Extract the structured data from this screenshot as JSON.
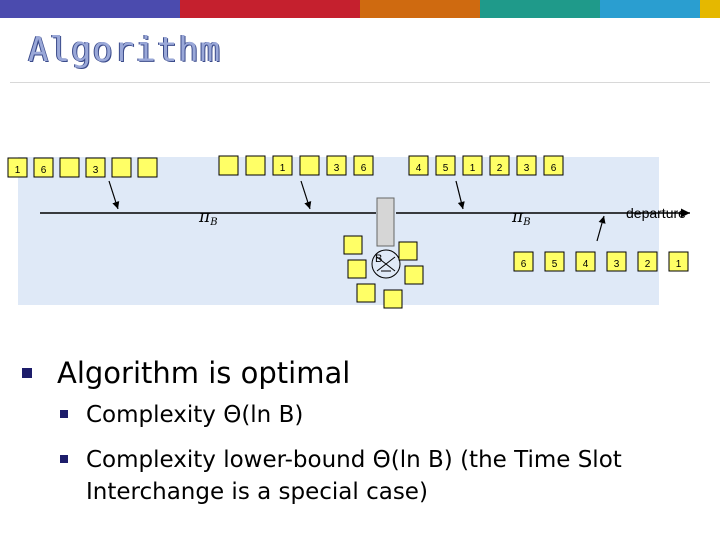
{
  "title": "Algorithm",
  "colors": {
    "top_bar": [
      "#4b4bae",
      "#c5202e",
      "#cf6a10",
      "#1f9a8a",
      "#2a9ed0",
      "#e5b800"
    ],
    "diagram_bg": "#dfe9f7",
    "slot_fill": "#ffff66",
    "bullet": "#1d1d6b"
  },
  "diagram": {
    "input_slots": [
      "1",
      "6",
      "",
      "3",
      "",
      ""
    ],
    "middle_slots": [
      "",
      "",
      "1",
      "",
      "3",
      "6"
    ],
    "right_slots": [
      "4",
      "5",
      "1",
      "2",
      "3",
      "6"
    ],
    "output_slots": [
      "6",
      "5",
      "4",
      "3",
      "2",
      "1"
    ],
    "buffer_label": "B",
    "permutation_label_left": "πB",
    "permutation_label_right": "πB",
    "departure_label": "departure"
  },
  "bullets": {
    "main": "Algorithm is optimal",
    "sub": [
      "Complexity Θ(ln B)",
      "Complexity lower-bound Θ(ln B) (the Time Slot",
      "Interchange is a special case)"
    ]
  }
}
